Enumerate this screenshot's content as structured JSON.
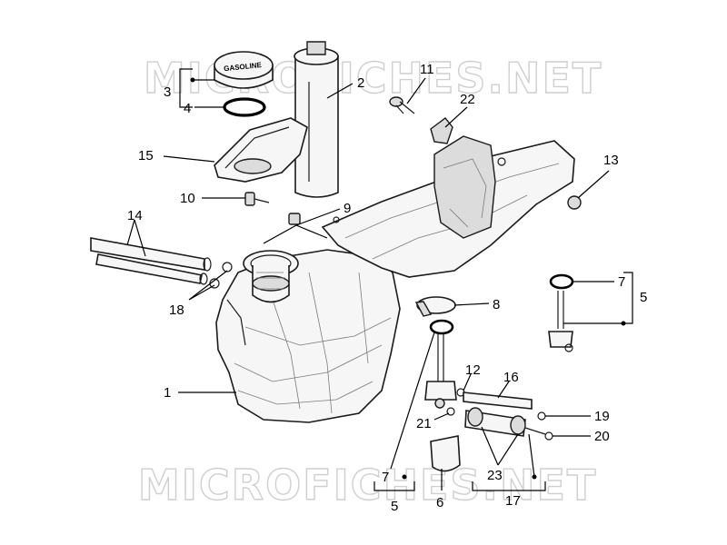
{
  "watermark": {
    "text": "MICROFICHES.NET"
  },
  "cap_text": "GASOLINE",
  "callouts": {
    "c1": "1",
    "c2": "2",
    "c3": "3",
    "c4": "4",
    "c5_top": "5",
    "c5_bottom": "5",
    "c6": "6",
    "c7_top": "7",
    "c7_bottom": "7",
    "c8": "8",
    "c9": "9",
    "c10": "10",
    "c11": "11",
    "c12": "12",
    "c13": "13",
    "c14": "14",
    "c15": "15",
    "c16": "16",
    "c17": "17",
    "c18": "18",
    "c19": "19",
    "c20": "20",
    "c21": "21",
    "c22": "22",
    "c23": "23"
  }
}
